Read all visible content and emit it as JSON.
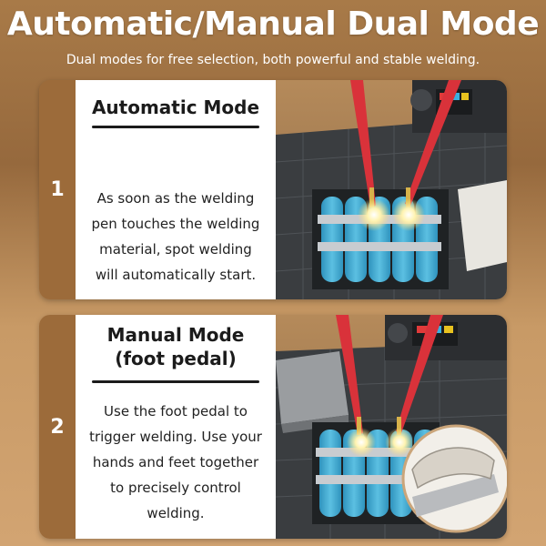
{
  "header": {
    "title": "Automatic/Manual Dual Mode",
    "subtitle": "Dual modes for free selection, both powerful and stable welding."
  },
  "modes": [
    {
      "number": "1",
      "title": "Automatic Mode",
      "lines": [
        "As soon as the welding",
        "pen touches the welding",
        "material, spot welding",
        "will automatically start."
      ]
    },
    {
      "number": "2",
      "title_lines": [
        "Manual Mode",
        "(foot pedal)"
      ],
      "lines": [
        "Use the foot pedal to",
        "trigger welding. Use your",
        "hands and feet together",
        "to precisely control",
        "welding."
      ]
    }
  ],
  "colors": {
    "accent_brown": "#9c6b3a",
    "battery_blue": "#3fa9cf",
    "pen_red": "#d9323a",
    "mat_dark": "#34373a"
  },
  "icons": [
    "welding-pen-icon",
    "battery-pack-icon",
    "foot-pedal-icon",
    "welder-machine-icon"
  ]
}
